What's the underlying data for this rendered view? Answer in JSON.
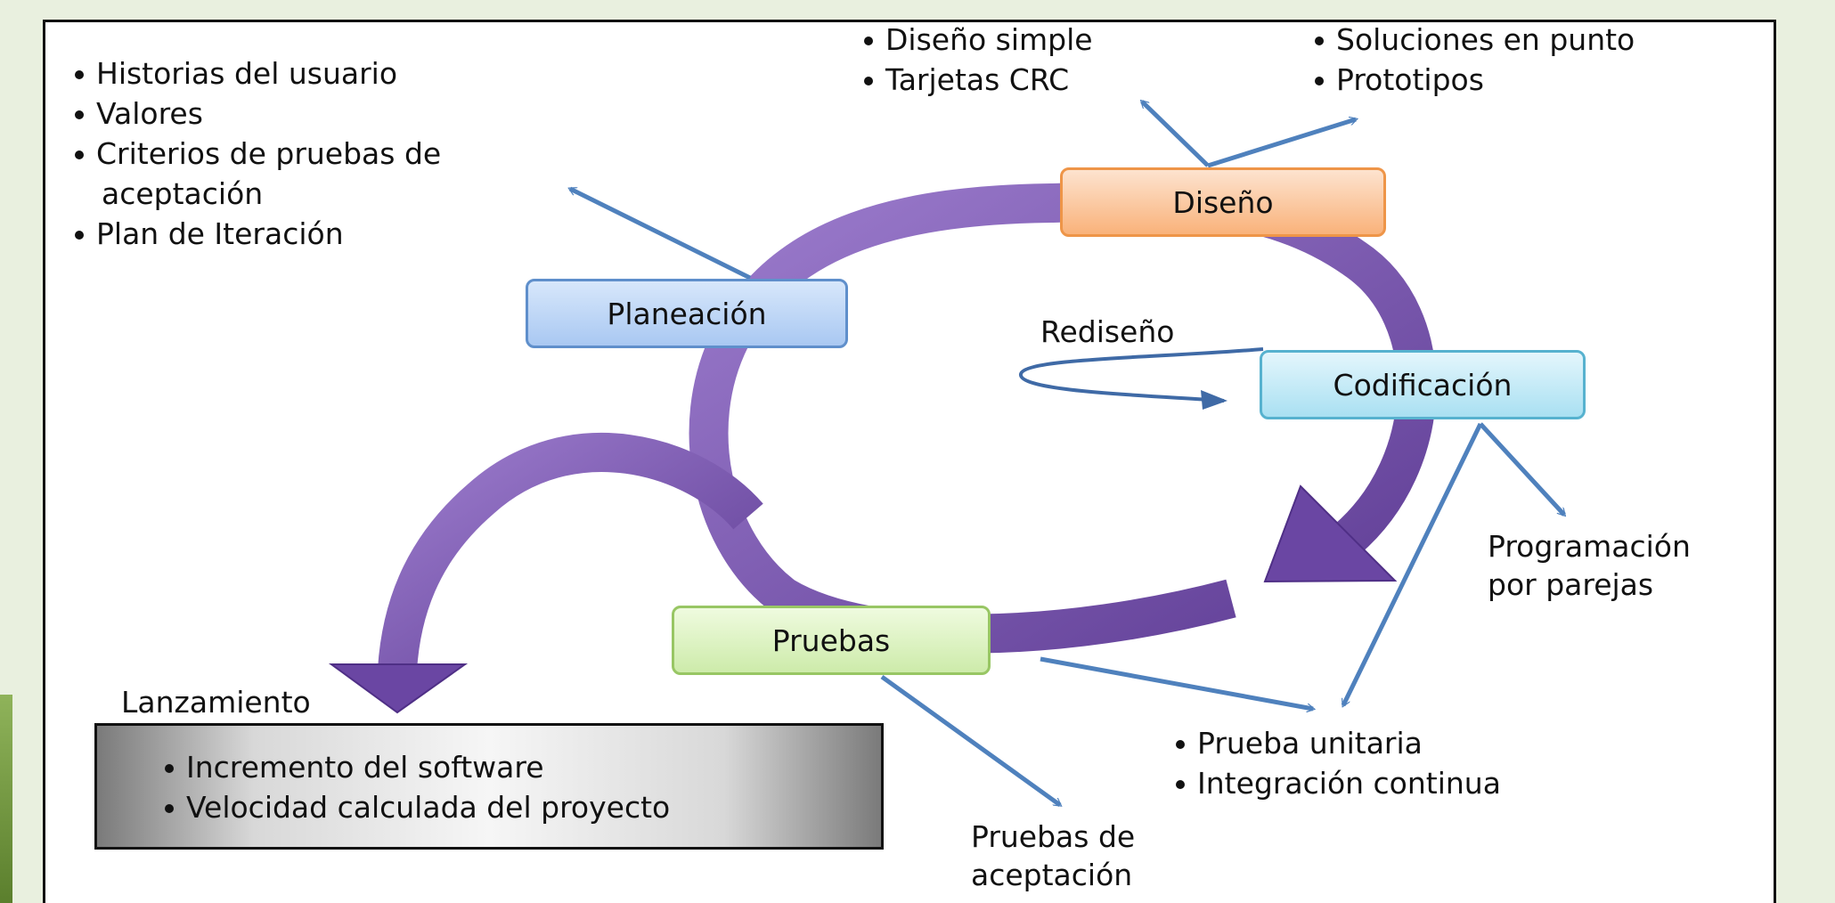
{
  "phases": {
    "planeacion": "Planeación",
    "diseno": "Diseño",
    "codificacion": "Codificación",
    "pruebas": "Pruebas"
  },
  "planeacion_items": [
    "Historias del usuario",
    "Valores",
    "Criterios de pruebas de",
    "aceptación",
    "Plan de Iteración"
  ],
  "diseno_items_left": [
    "Diseño simple",
    "Tarjetas CRC"
  ],
  "diseno_items_right": [
    "Soluciones en punto",
    "Prototipos"
  ],
  "redesign_label": "Rediseño",
  "pair_programming": [
    "Programación",
    "por parejas"
  ],
  "testing_items": [
    "Prueba unitaria",
    "Integración continua"
  ],
  "acceptance_tests": [
    "Pruebas de",
    "aceptación"
  ],
  "release": {
    "label": "Lanzamiento",
    "items": [
      "Incremento del software",
      "Velocidad calculada del proyecto"
    ]
  },
  "colors": {
    "cycle_arrow": "#7d58b0",
    "connector": "#4f81bd",
    "planeacion": "#a9c8f2",
    "diseno": "#f9b27a",
    "codificacion": "#a9e0f2",
    "pruebas": "#cdebaa"
  }
}
